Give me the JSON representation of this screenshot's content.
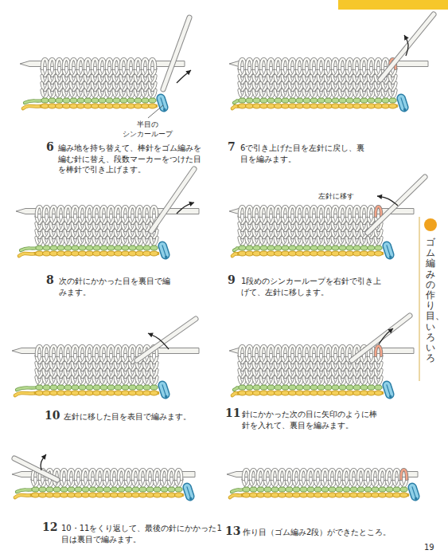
{
  "diagram": {
    "labels": [
      "半目の シンカーループ",
      "6",
      "編み地を持ち替えて、棒針をゴム編みを編む針に替え、段数マーカーをつけた目を棒針で引き上げます。",
      "7",
      "6で引き上げた目を左針に戻し、裏目を編みます。",
      "8",
      "次の針にかかった目を裏目で編みます。",
      "左針に移す",
      "9",
      "1段めのシンカーループを右針で引き上げて、左針に移します。",
      "10",
      "左針に移した目を表目で編みます。",
      "11",
      "針にかかった次の目に矢印のように棒針を入れて、裏目を編みます。",
      "12",
      "10・11をくり返して、最後の針にかかった1目は裏目で編みます。",
      "13",
      "作り目（ゴム編み2段）ができたところ。",
      "ゴム編みの作り目、いろいろ",
      "19"
    ]
  }
}
